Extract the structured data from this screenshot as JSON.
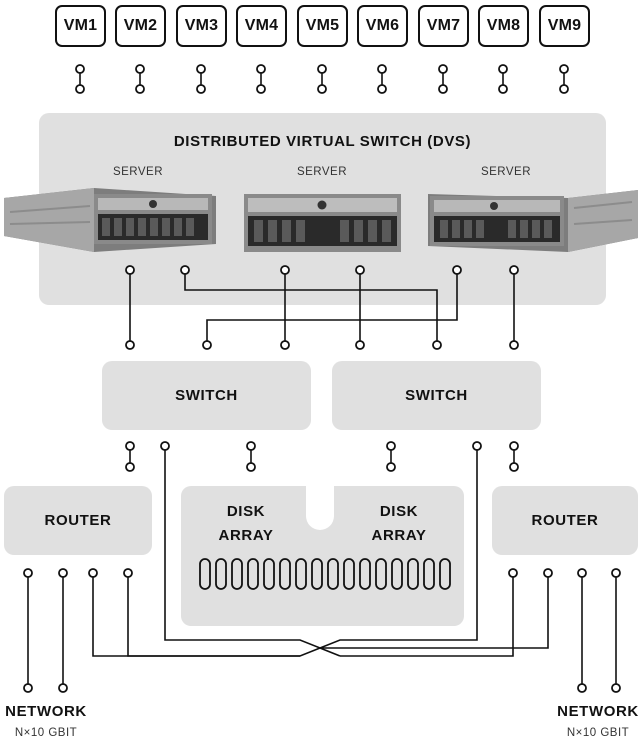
{
  "vms": [
    "VM1",
    "VM2",
    "VM3",
    "VM4",
    "VM5",
    "VM6",
    "VM7",
    "VM8",
    "VM9"
  ],
  "dvs": {
    "title": "DISTRIBUTED VIRTUAL SWITCH (DVS)",
    "servers": [
      "SERVER",
      "SERVER",
      "SERVER"
    ]
  },
  "switches": [
    "SWITCH",
    "SWITCH"
  ],
  "routers": [
    "ROUTER",
    "ROUTER"
  ],
  "disk_arrays": [
    {
      "line1": "DISK",
      "line2": "ARRAY"
    },
    {
      "line1": "DISK",
      "line2": "ARRAY"
    }
  ],
  "network": {
    "left": {
      "label": "NETWORK",
      "speed": "N×10 GBIT"
    },
    "right": {
      "label": "NETWORK",
      "speed": "N×10 GBIT"
    }
  },
  "colors": {
    "panel": "#e0e0e0",
    "line": "#111111",
    "server_body": "#9a9a9a"
  }
}
